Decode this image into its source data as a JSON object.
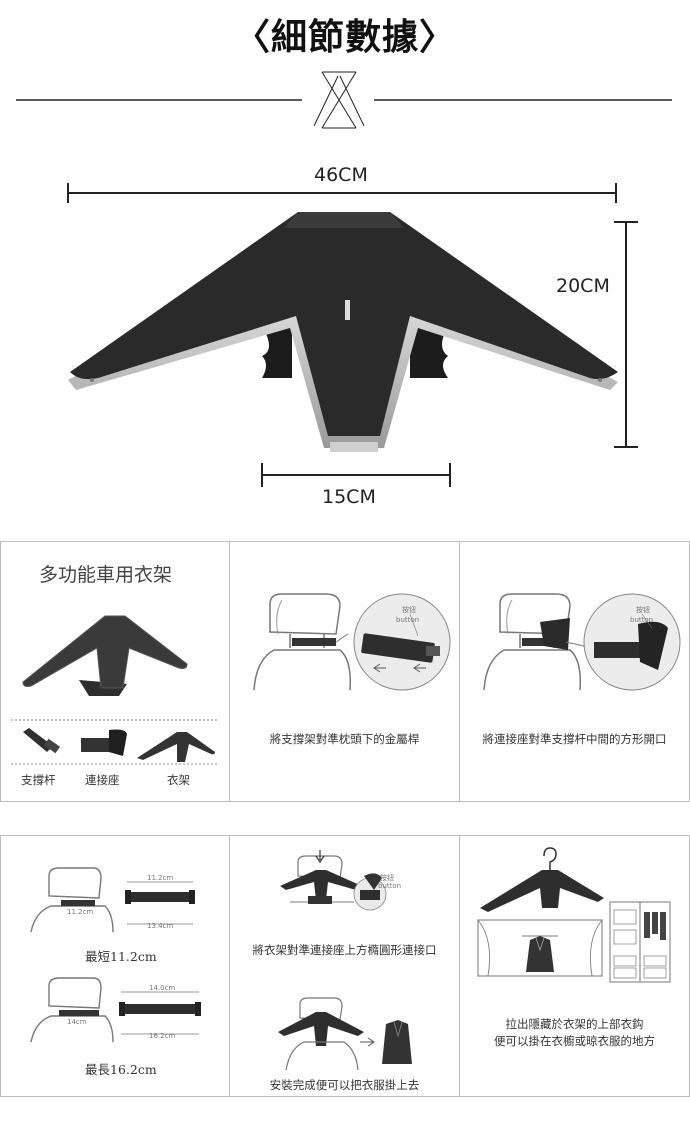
{
  "header": {
    "title": "〈細節數據〉"
  },
  "dimensions": {
    "width": "46CM",
    "height": "20CM",
    "base": "15CM"
  },
  "row1": {
    "intro_title": "多功能車用衣架",
    "parts": [
      "支撐杆",
      "連接座",
      "衣架"
    ],
    "step1_callout": [
      "按钮",
      "button"
    ],
    "step1": "將支撐架對準枕頭下的金屬桿",
    "step2_callout": [
      "按钮",
      "button"
    ],
    "step2": "將連接座對準支撐杆中間的方形開口"
  },
  "row2": {
    "min_top": "11.2cm",
    "min_head": "11.2cm",
    "min_bottom": "13.4cm",
    "min_label": "最短11.2cm",
    "max_top": "14.0cm",
    "max_head": "14cm",
    "max_bottom": "16.2cm",
    "max_label": "最長16.2cm",
    "step3_callout": [
      "按钮",
      "button"
    ],
    "step3": "將衣架對準連接座上方橢圓形連接口",
    "step4": "安裝完成便可以把衣服掛上去",
    "step5_line1": "拉出隱藏於衣架的上部衣鈎",
    "step5_line2": "便可以掛在衣櫥或晾衣服的地方"
  }
}
